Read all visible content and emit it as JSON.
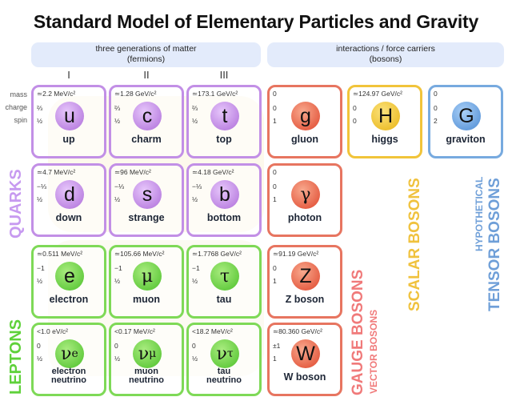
{
  "title": "Standard Model of Elementary Particles and Gravity",
  "bands": {
    "fermions": {
      "line1": "three generations of matter",
      "line2": "(fermions)"
    },
    "bosons": {
      "line1": "interactions / force carriers",
      "line2": "(bosons)"
    }
  },
  "generations": [
    "I",
    "II",
    "III"
  ],
  "row_labels": {
    "mass": "mass",
    "charge": "charge",
    "spin": "spin"
  },
  "group_labels": {
    "quarks": "QUARKS",
    "leptons": "LEPTONS",
    "gauge_bosons": "GAUGE BOSONS",
    "vector_bosons": "VECTOR BOSONS",
    "scalar_bosons": "SCALAR BOSONS",
    "hypothetical": "HYPOTHETICAL",
    "tensor_bosons": "TENSOR BOSONS"
  },
  "colors": {
    "quark": "#c28fe6",
    "lepton": "#7ed957",
    "gauge": "#e77560",
    "scalar": "#f1c43a",
    "tensor": "#77aadf",
    "quark_label": "#c79af0",
    "lepton_label": "#5fd13a",
    "gauge_label": "#f07a7a",
    "scalar_label": "#f0c23e",
    "tensor_label": "#6f9fd8"
  },
  "particles": {
    "up": {
      "mass": "≃2.2 MeV/c²",
      "charge": "⅔",
      "spin": "½",
      "symbol": "u",
      "name": "up"
    },
    "charm": {
      "mass": "≃1.28 GeV/c²",
      "charge": "⅔",
      "spin": "½",
      "symbol": "c",
      "name": "charm"
    },
    "top": {
      "mass": "≃173.1 GeV/c²",
      "charge": "⅔",
      "spin": "½",
      "symbol": "t",
      "name": "top"
    },
    "down": {
      "mass": "≃4.7 MeV/c²",
      "charge": "−⅓",
      "spin": "½",
      "symbol": "d",
      "name": "down"
    },
    "strange": {
      "mass": "≃96 MeV/c²",
      "charge": "−⅓",
      "spin": "½",
      "symbol": "s",
      "name": "strange"
    },
    "bottom": {
      "mass": "≃4.18 GeV/c²",
      "charge": "−⅓",
      "spin": "½",
      "symbol": "b",
      "name": "bottom"
    },
    "electron": {
      "mass": "≃0.511 MeV/c²",
      "charge": "−1",
      "spin": "½",
      "symbol": "e",
      "name": "electron"
    },
    "muon": {
      "mass": "≃105.66 MeV/c²",
      "charge": "−1",
      "spin": "½",
      "symbol": "μ",
      "name": "muon"
    },
    "tau": {
      "mass": "≃1.7768 GeV/c²",
      "charge": "−1",
      "spin": "½",
      "symbol": "τ",
      "name": "tau"
    },
    "nu_e": {
      "mass": "<1.0 eV/c²",
      "charge": "0",
      "spin": "½",
      "symbol": "ν",
      "sub": "e",
      "name1": "electron",
      "name2": "neutrino"
    },
    "nu_mu": {
      "mass": "<0.17 MeV/c²",
      "charge": "0",
      "spin": "½",
      "symbol": "ν",
      "sub": "μ",
      "name1": "muon",
      "name2": "neutrino"
    },
    "nu_tau": {
      "mass": "<18.2 MeV/c²",
      "charge": "0",
      "spin": "½",
      "symbol": "ν",
      "sub": "τ",
      "name1": "tau",
      "name2": "neutrino"
    },
    "gluon": {
      "mass": "0",
      "charge": "0",
      "spin": "1",
      "symbol": "g",
      "name": "gluon"
    },
    "photon": {
      "mass": "0",
      "charge": "0",
      "spin": "1",
      "symbol": "γ",
      "name": "photon"
    },
    "z_boson": {
      "mass": "≃91.19 GeV/c²",
      "charge": "0",
      "spin": "1",
      "symbol": "Z",
      "name": "Z boson"
    },
    "w_boson": {
      "mass": "≃80.360 GeV/c²",
      "charge": "±1",
      "spin": "1",
      "symbol": "W",
      "name": "W boson"
    },
    "higgs": {
      "mass": "≃124.97 GeV/c²",
      "charge": "0",
      "spin": "0",
      "symbol": "H",
      "name": "higgs"
    },
    "graviton": {
      "mass": "0",
      "charge": "0",
      "spin": "2",
      "symbol": "G",
      "name": "graviton"
    }
  }
}
